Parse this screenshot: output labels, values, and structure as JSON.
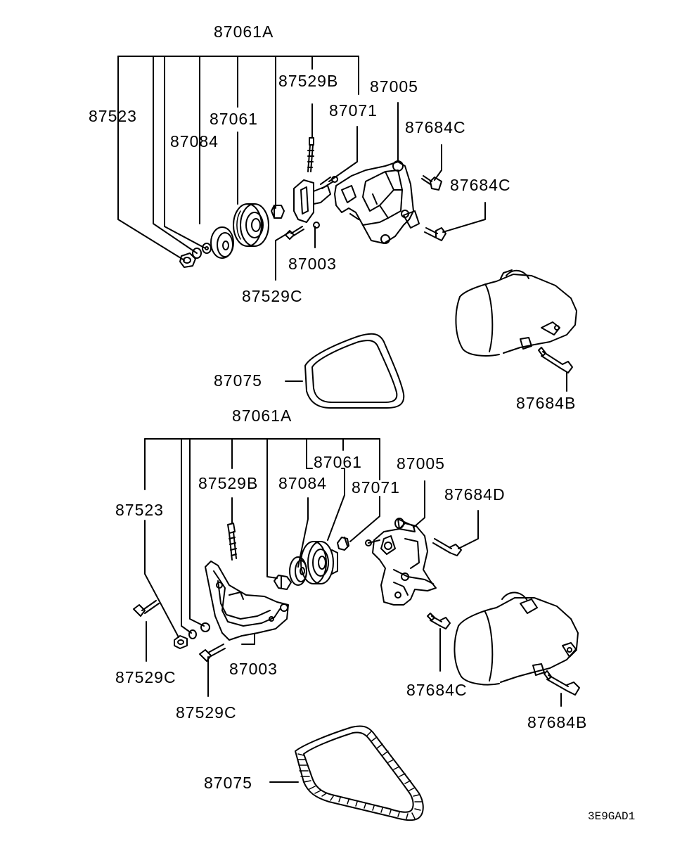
{
  "labels": {
    "top": {
      "p87061A": "87061A",
      "p87523": "87523",
      "p87529B": "87529B",
      "p87005": "87005",
      "p87061": "87061",
      "p87071": "87071",
      "p87684C_a": "87684C",
      "p87084": "87084",
      "p87684C_b": "87684C",
      "p87003": "87003",
      "p87529C": "87529C",
      "p87075": "87075",
      "p87684B": "87684B"
    },
    "bottom": {
      "p87061A": "87061A",
      "p87061": "87061",
      "p87005": "87005",
      "p87529B": "87529B",
      "p87084": "87084",
      "p87071": "87071",
      "p87684D": "87684D",
      "p87523": "87523",
      "p87529C_a": "87529C",
      "p87003": "87003",
      "p87529C_b": "87529C",
      "p87684C": "87684C",
      "p87684B": "87684B",
      "p87075": "87075"
    }
  },
  "diagram_code": "3E9GAD1"
}
